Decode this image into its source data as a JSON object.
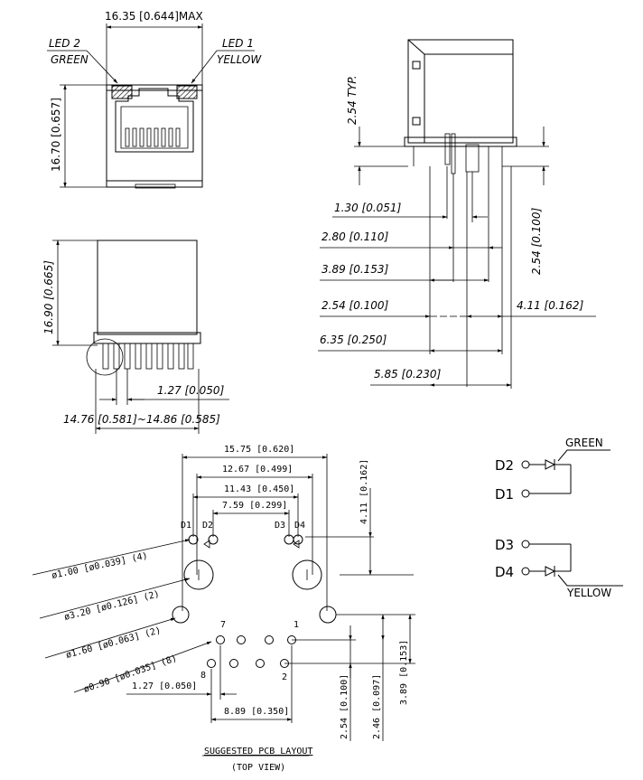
{
  "front_view": {
    "width": "16.35 [0.644]MAX",
    "height": "16.70 [0.657]",
    "led_left_line1": "LED 2",
    "led_left_line2": "GREEN",
    "led_right_line1": "LED 1",
    "led_right_line2": "YELLOW"
  },
  "side_view": {
    "pitch_typ": "2.54 TYP.",
    "d_130": "1.30 [0.051]",
    "d_280": "2.80 [0.110]",
    "d_389": "3.89 [0.153]",
    "d_254": "2.54 [0.100]",
    "d_254_v": "2.54 [0.100]",
    "d_411": "4.11 [0.162]",
    "d_635": "6.35 [0.250]",
    "d_585": "5.85 [0.230]"
  },
  "bottom_view": {
    "height": "16.90 [0.665]",
    "pitch": "1.27 [0.050]",
    "width_range": "14.76 [0.581]~14.86 [0.585]"
  },
  "pcb_layout": {
    "w_1575": "15.75 [0.620]",
    "w_1267": "12.67 [0.499]",
    "w_1143": "11.43 [0.450]",
    "w_759": "7.59 [0.299]",
    "v_411": "4.11 [0.162]",
    "d1": "D1",
    "d2": "D2",
    "d3": "D3",
    "d4": "D4",
    "hole_100": "ø1.00 [ø0.039] (4)",
    "hole_320": "ø3.20 [ø0.126] (2)",
    "hole_160": "ø1.60 [ø0.063] (2)",
    "hole_090": "ø0.90 [ø0.035] (8)",
    "pin7": "7",
    "pin1": "1",
    "pin8": "8",
    "pin2": "2",
    "pitch": "1.27 [0.050]",
    "w_889": "8.89 [0.350]",
    "v_254": "2.54 [0.100]",
    "v_246": "2.46 [0.097]",
    "v_389": "3.89 [0.153]",
    "title": "SUGGESTED PCB LAYOUT",
    "subtitle": "(TOP VIEW)"
  },
  "led_schematic": {
    "d2": "D2",
    "d1": "D1",
    "d3": "D3",
    "d4": "D4",
    "green": "GREEN",
    "yellow": "YELLOW"
  }
}
